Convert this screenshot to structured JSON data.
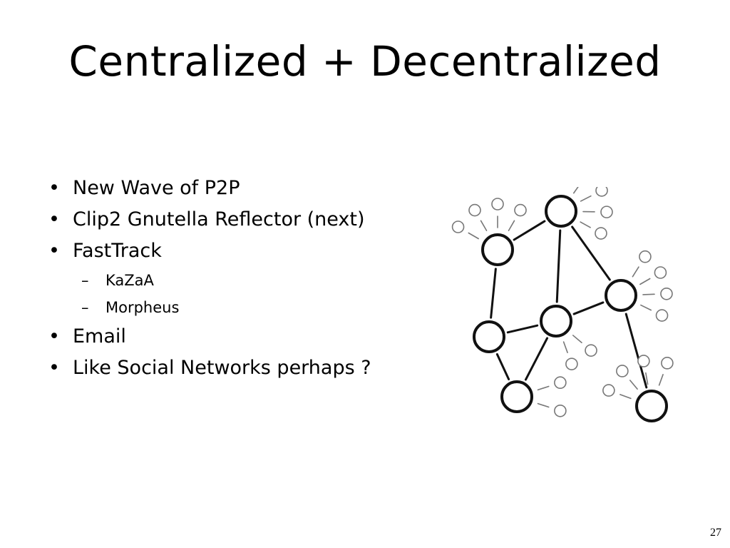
{
  "slide": {
    "title": "Centralized + Decentralized",
    "page_number": "27",
    "bullets": [
      {
        "text": "New Wave of P2P"
      },
      {
        "text": "Clip2 Gnutella Reflector (next)"
      },
      {
        "text": "FastTrack"
      },
      {
        "text": "KaZaA",
        "level": 2
      },
      {
        "text": "Morpheus",
        "level": 2
      },
      {
        "text": "Email"
      },
      {
        "text": "Like Social Networks perhaps ?"
      }
    ]
  },
  "network": {
    "stroke_color": "#111111",
    "leaf_color": "#777777",
    "supernode_count": 7,
    "supernode_links": [
      [
        0,
        1
      ],
      [
        0,
        2
      ],
      [
        1,
        3
      ],
      [
        2,
        4
      ],
      [
        0,
        4
      ],
      [
        3,
        4
      ],
      [
        3,
        5
      ],
      [
        4,
        5
      ],
      [
        2,
        6
      ]
    ],
    "leaf_counts": [
      4,
      4,
      4,
      0,
      2,
      2,
      4
    ]
  }
}
